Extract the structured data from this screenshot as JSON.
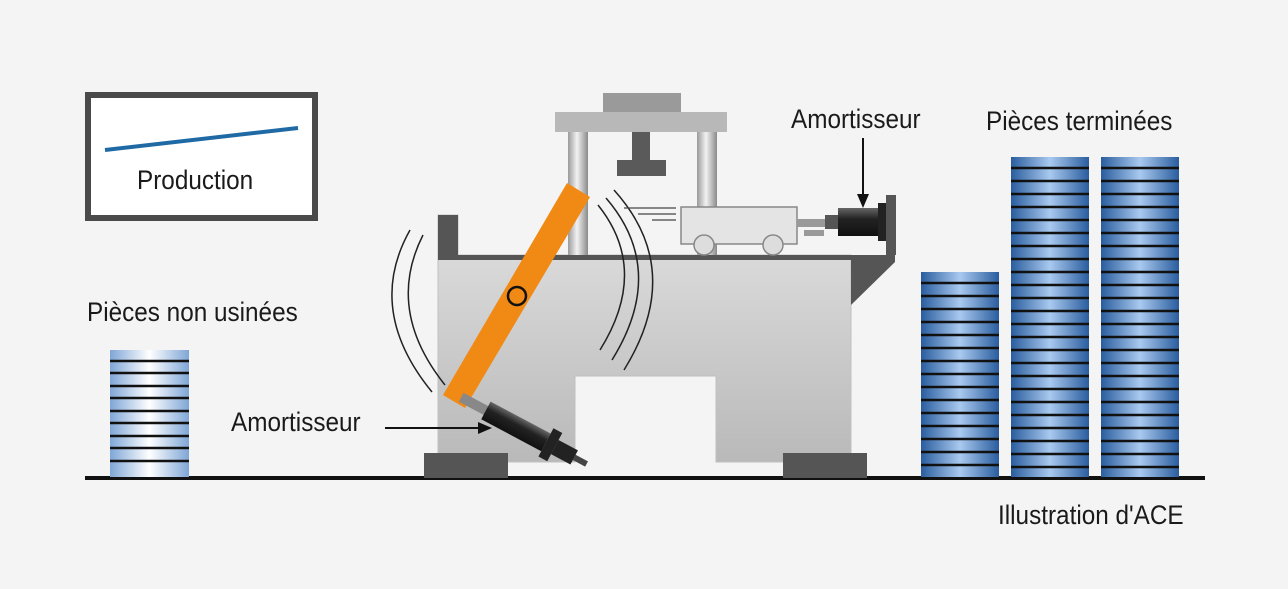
{
  "legend": {
    "label": "Production"
  },
  "labels": {
    "raw_parts": "Pièces non usinées",
    "finished_parts": "Pièces terminées",
    "damper_top": "Amortisseur",
    "damper_bottom": "Amortisseur",
    "credit": "Illustration d'ACE"
  },
  "colors": {
    "arm": "#f08a14",
    "trend_line": "#1f6aa5",
    "frame": "#4a4a4a",
    "machine": "#d2d2d2",
    "stack_blue": "#3a7bc8"
  }
}
